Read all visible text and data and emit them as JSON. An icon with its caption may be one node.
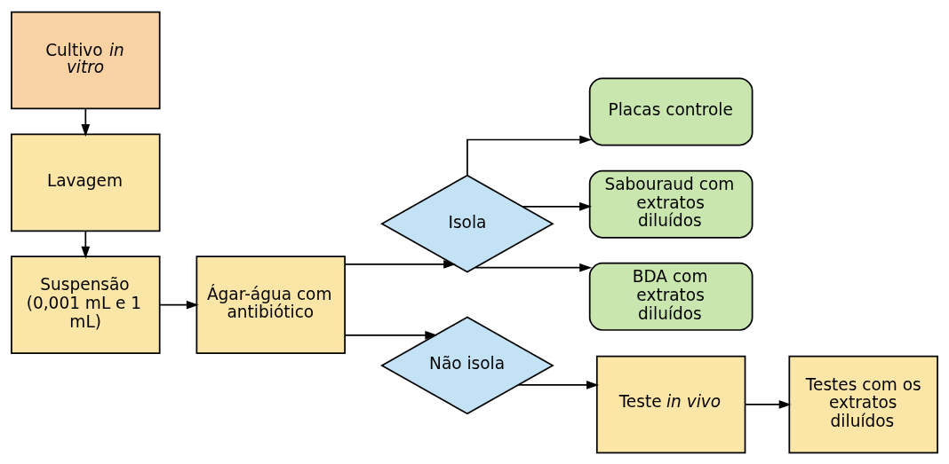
{
  "diagram": {
    "nodes": [
      {
        "text": [
          "Cultivo *in vitro*"
        ]
      },
      {
        "text": [
          "Lavagem"
        ]
      },
      {
        "text": [
          "Suspensão (0,001 mL e 1 mL)"
        ]
      },
      {
        "text": [
          "Ágar-água com antibiótico"
        ]
      },
      {
        "text": [
          "Isola"
        ]
      },
      {
        "text": [
          "Não isola"
        ]
      },
      {
        "text": [
          "Placas controle"
        ]
      },
      {
        "text": [
          "Sabouraud com extratos diluídos"
        ]
      },
      {
        "text": [
          "BDA com extratos diluídos"
        ]
      },
      {
        "text": [
          "Teste *in vivo*"
        ]
      },
      {
        "text": [
          "Testes com os extratos diluídos"
        ]
      }
    ],
    "edges": [
      {
        "from": 0,
        "to": 1,
        "arrow": "to"
      },
      {
        "from": 1,
        "to": 2,
        "arrow": "to"
      },
      {
        "from": 2,
        "to": 3,
        "arrow": "to"
      },
      {
        "from": 3,
        "to": 4,
        "arrow": "to"
      },
      {
        "from": 3,
        "to": 5,
        "arrow": "to"
      },
      {
        "from": 4,
        "to": 6,
        "arrow": "to"
      },
      {
        "from": 4,
        "to": 7,
        "arrow": "to"
      },
      {
        "from": 4,
        "to": 8,
        "arrow": "to"
      },
      {
        "from": 5,
        "to": 9,
        "arrow": "to"
      },
      {
        "from": 9,
        "to": 10,
        "arrow": "to"
      }
    ]
  }
}
